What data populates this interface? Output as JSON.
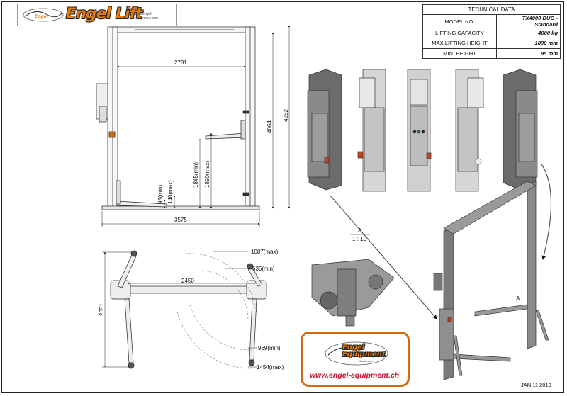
{
  "brand": {
    "logo_title": "Engel Lift",
    "logo_url": "www.engel-equipment.com",
    "footer_logo": "Engel Equipment",
    "footer_sub": "Switzerland",
    "footer_url": "www.engel-equipment.ch"
  },
  "technical_data": {
    "title": "TECHNICAL DATA",
    "rows": [
      {
        "label": "MODEL NO.",
        "value": "TX4000 DUO -Standard"
      },
      {
        "label": "LIFTING CAPACITY",
        "value": "4000 kg"
      },
      {
        "label": "MAX.LIFTING HEIGHT",
        "value": "1890 mm"
      },
      {
        "label": "MIN. HEIGHT",
        "value": "95 mm"
      }
    ]
  },
  "front_view": {
    "width_between_columns": "2781",
    "overall_width": "3575",
    "height_inner": "4064",
    "height_outer": "4262",
    "lift_min": "1845(min)",
    "lift_max": "1890(max)",
    "pad_min": "95(min)",
    "pad_max": "140(max)"
  },
  "top_view": {
    "width": "2450",
    "depth": "2651",
    "arm_r1": "1087(max)",
    "arm_r2": "635(min)",
    "arm_r3": "969(min)",
    "arm_r4": "1454(max)"
  },
  "detail": {
    "label": "A",
    "scale": "1 : 10",
    "iso_label": "A"
  },
  "date": "JAN 11   2019"
}
